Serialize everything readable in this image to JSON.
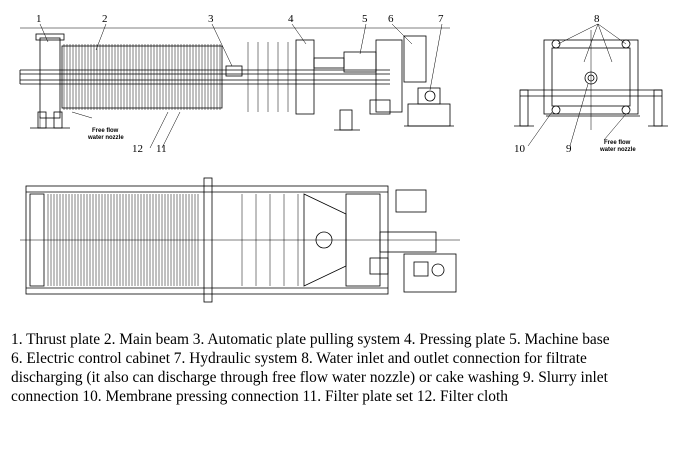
{
  "callouts": {
    "c1": "1",
    "c2": "2",
    "c3": "3",
    "c4": "4",
    "c5": "5",
    "c6": "6",
    "c7": "7",
    "c8": "8",
    "c9": "9",
    "c10": "10",
    "c11": "11",
    "c12": "12"
  },
  "notes": {
    "side_nozzle_line1": "Free flow",
    "side_nozzle_line2": "water nozzle",
    "end_nozzle_line1": "Free flow",
    "end_nozzle_line2": "water nozzle"
  },
  "caption": {
    "line1": "1. Thrust plate 2. Main beam 3. Automatic plate pulling system 4. Pressing plate 5. Machine base",
    "line2": "6. Electric control cabinet 7. Hydraulic system 8. Water inlet and outlet connection for filtrate",
    "line3": "discharging (it also can discharge through free flow water nozzle) or cake washing 9. Slurry inlet",
    "line4": "connection 10. Membrane pressing connection 11. Filter plate set 12. Filter cloth"
  }
}
